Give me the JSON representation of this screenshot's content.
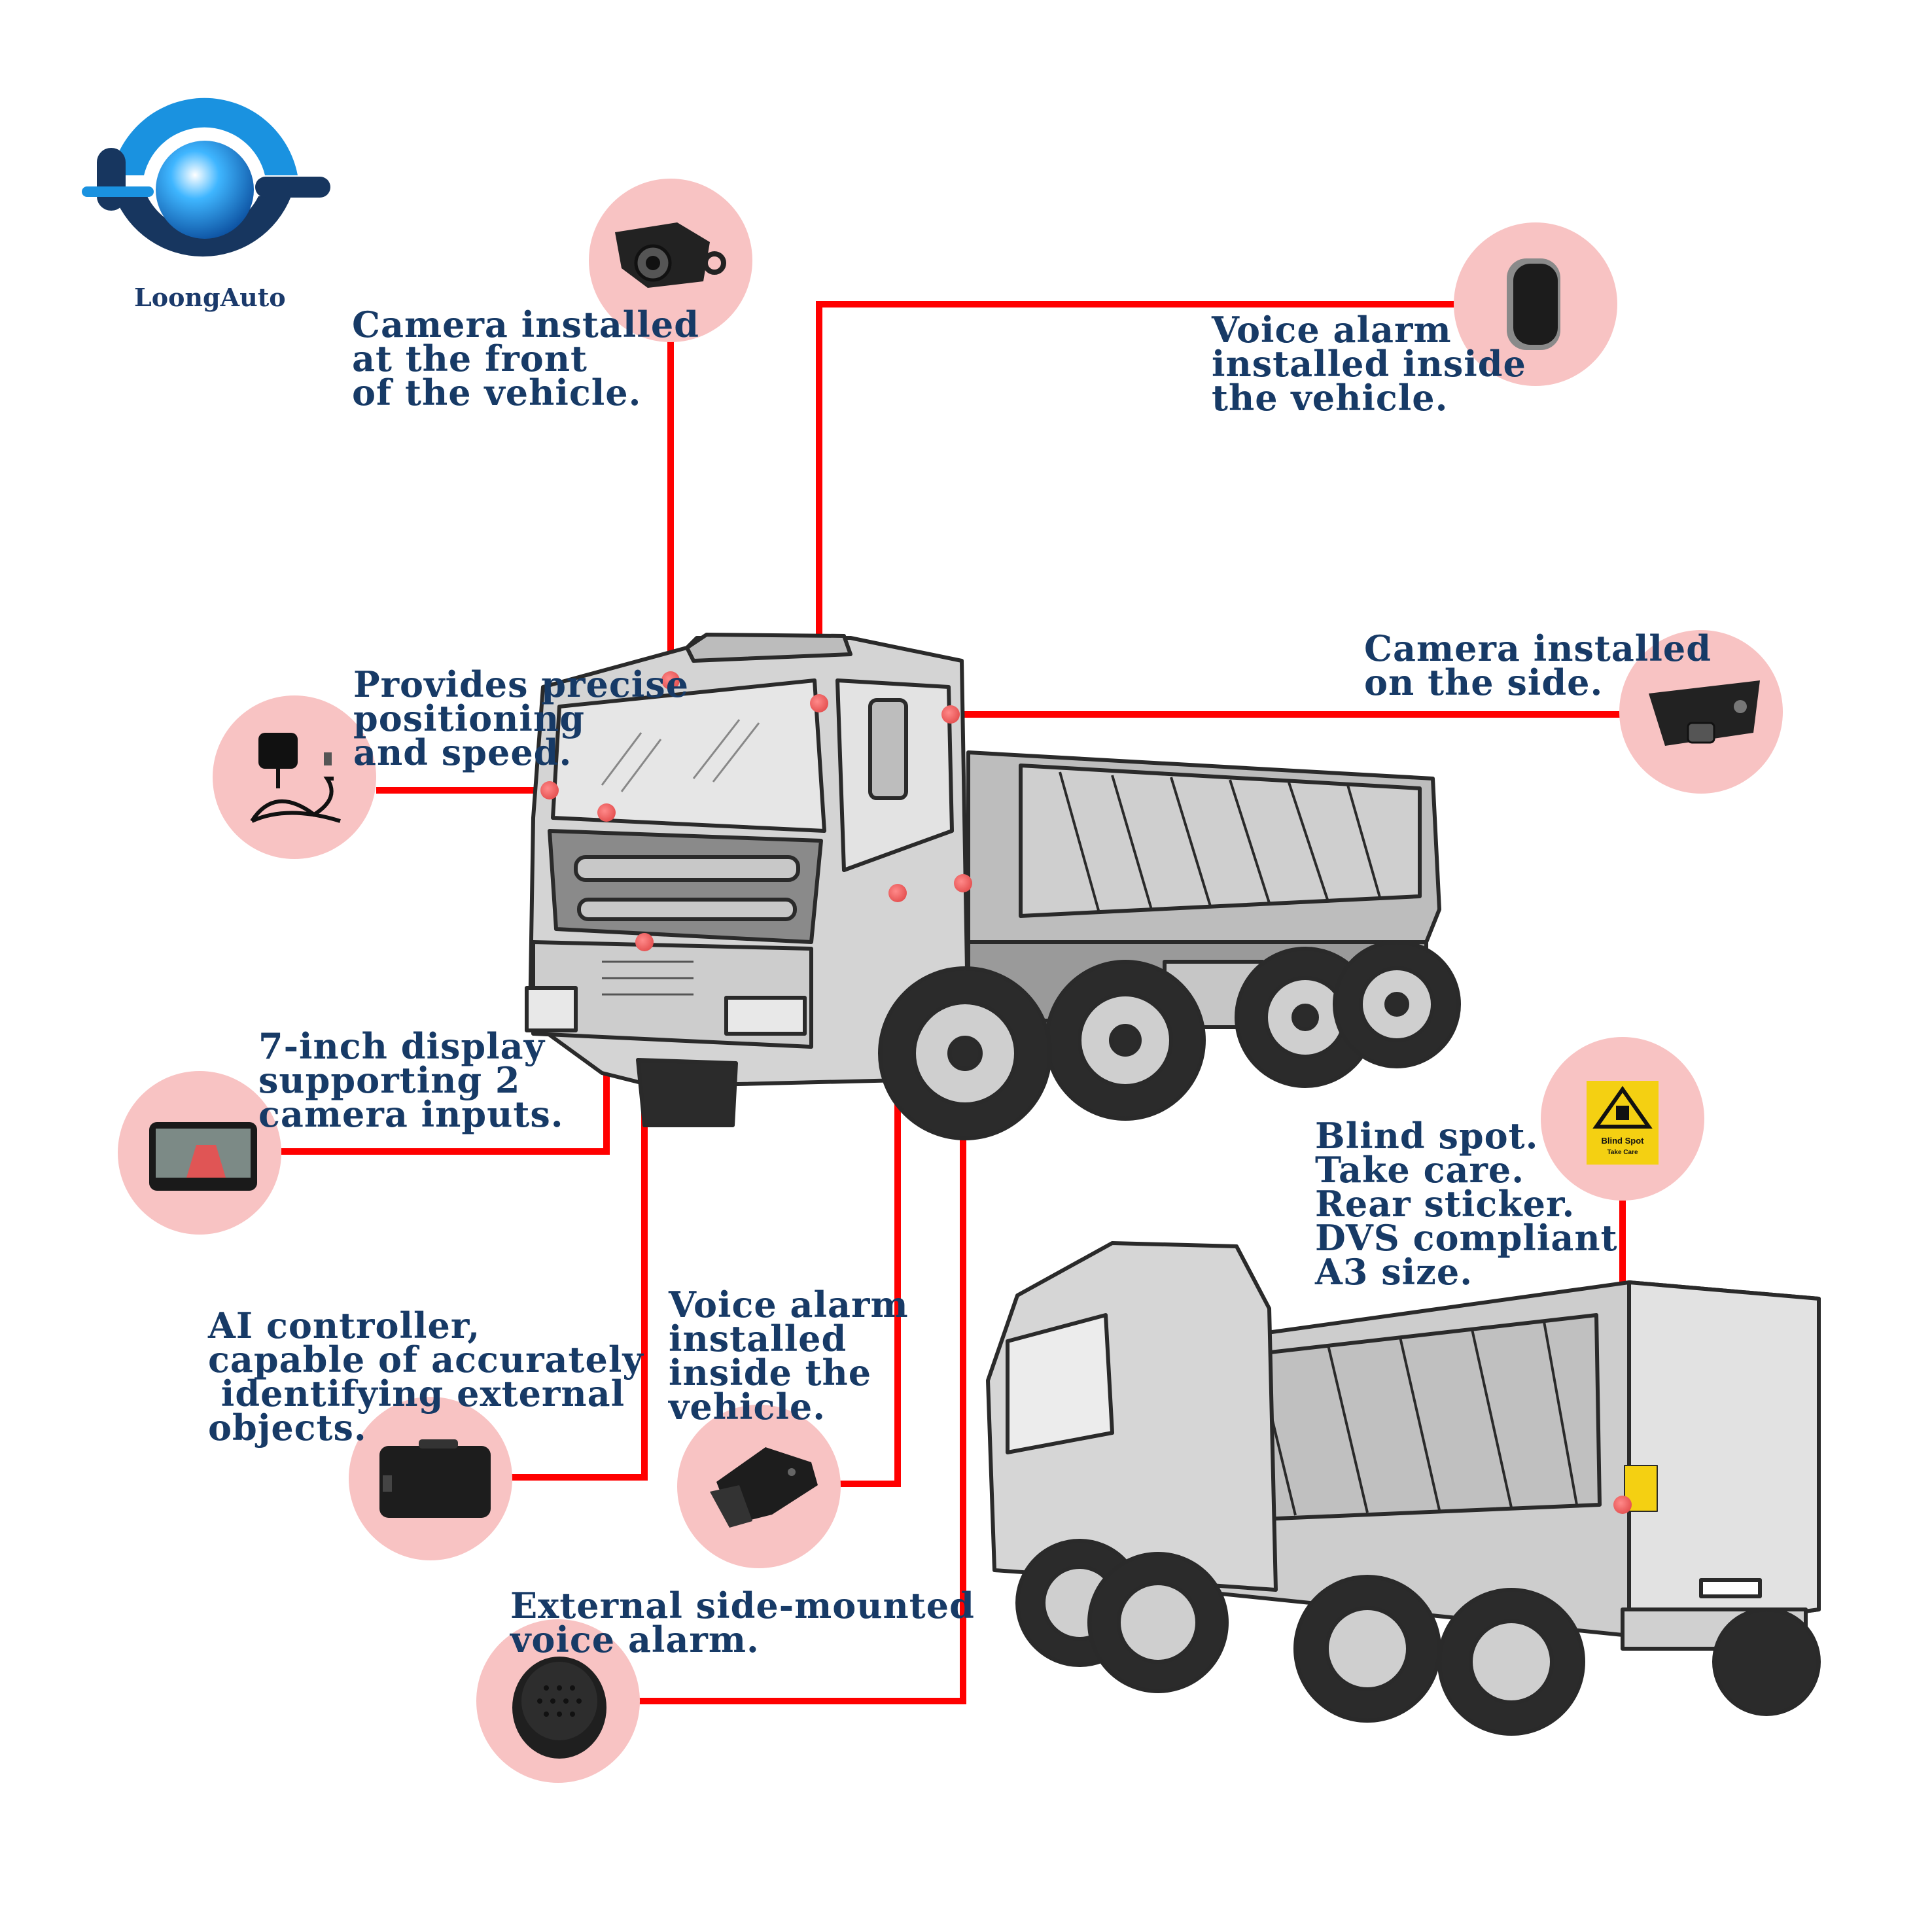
{
  "brand": {
    "name": "LoongAuto"
  },
  "colors": {
    "connector": "#ff0000",
    "bubble": "#f8c3c3",
    "label_text": "#173a66",
    "dot": "#ef5a5a"
  },
  "callouts": [
    {
      "id": "front-camera",
      "text": "Camera installed\nat the front\nof the vehicle.",
      "icon": "front-camera-icon"
    },
    {
      "id": "voice-alarm-inside-top",
      "text": "Voice alarm\ninstalled inside\nthe vehicle.",
      "icon": "voice-alarm-icon"
    },
    {
      "id": "gps",
      "text": "Provides precise\npositioning\nand speed.",
      "icon": "gps-antenna-icon"
    },
    {
      "id": "side-camera",
      "text": "Camera installed\non the side.",
      "icon": "side-camera-icon"
    },
    {
      "id": "display",
      "text": "7-inch display\nsupporting 2\ncamera inputs.",
      "icon": "monitor-icon"
    },
    {
      "id": "blind-spot",
      "text": "Blind spot.\nTake care.\nRear sticker.\nDVS compliant\nA3 size.",
      "icon": "blind-spot-sticker-icon"
    },
    {
      "id": "ai-controller",
      "text": "AI controller,\ncapable of accurately\n identifying external\nobjects.",
      "icon": "ai-controller-icon"
    },
    {
      "id": "voice-alarm-inside-bottom",
      "text": "Voice alarm\ninstalled\ninside the\nvehicle.",
      "icon": "voice-alarm-box-icon"
    },
    {
      "id": "external-speaker",
      "text": "External side-mounted\nvoice alarm.",
      "icon": "speaker-icon"
    }
  ],
  "sticker": {
    "line1": "Blind Spot",
    "line2": "Take Care"
  }
}
